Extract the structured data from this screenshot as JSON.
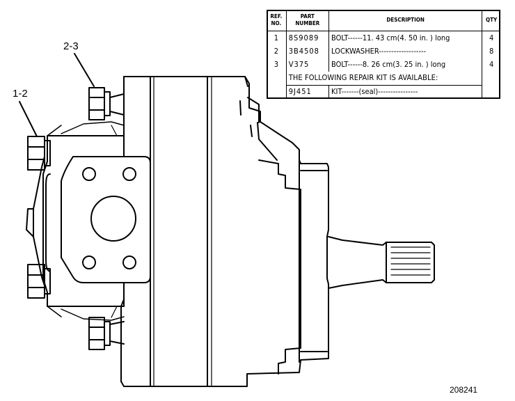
{
  "callouts": {
    "upper": "2-3",
    "left": "1-2"
  },
  "table": {
    "headers": {
      "ref_line1": "REF.",
      "ref_line2": "NO.",
      "part_line1": "PART",
      "part_line2": "NUMBER",
      "description": "DESCRIPTION",
      "qty": "QTY"
    },
    "rows": [
      {
        "ref": "1",
        "part": "8S9089",
        "description": "BOLT------11. 43 cm(4. 50 in. ) long",
        "qty": "4"
      },
      {
        "ref": "2",
        "part": "3B4508",
        "description": "LOCKWASHER-------------------",
        "qty": "8"
      },
      {
        "ref": "3",
        "part": "V375",
        "description": "BOLT------8. 26 cm(3. 25 in. ) long",
        "qty": "4"
      }
    ],
    "kit_note": "THE FOLLOWING REPAIR KIT IS AVAILABLE:",
    "kit_row": {
      "part": "9J451",
      "description": "KIT-------(seal)----------------"
    }
  },
  "figure_number": "208241"
}
